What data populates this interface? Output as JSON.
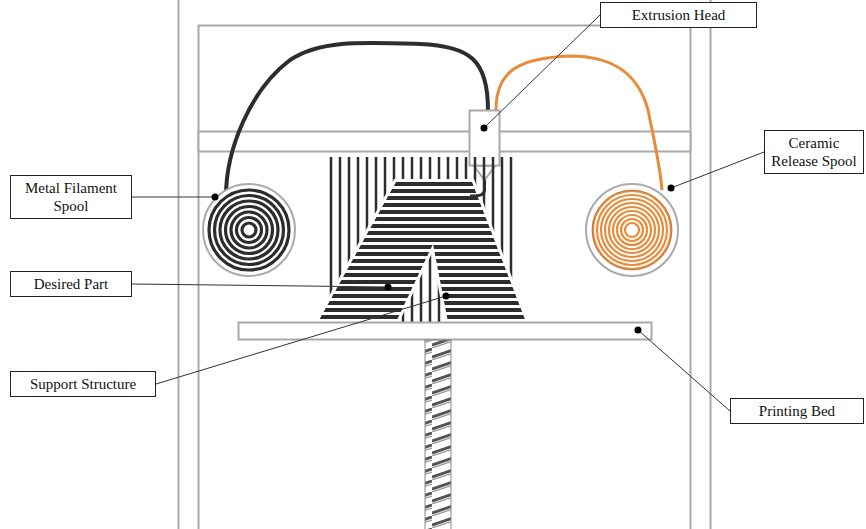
{
  "diagram": {
    "nodes": [
      {
        "text": [
          "Extrusion Head"
        ]
      },
      {
        "text": [
          "Metal Filament Spool"
        ]
      },
      {
        "text": [
          "Ceramic Release Spool"
        ]
      },
      {
        "text": [
          "Desired Part"
        ]
      },
      {
        "text": [
          "Support Structure"
        ]
      },
      {
        "text": [
          "Printing Bed"
        ]
      }
    ]
  }
}
